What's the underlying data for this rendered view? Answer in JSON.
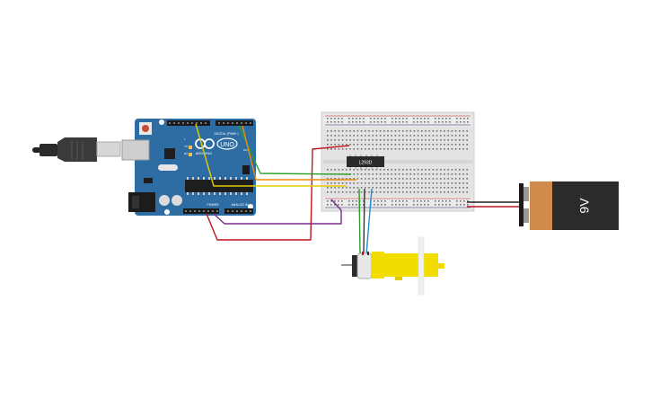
{
  "arduino": {
    "logo_text": "UNO",
    "brand": "ARDUINO",
    "digital_label": "DIGITAL (PWM~)",
    "power_label": "POWER",
    "analog_label": "ANALOG IN",
    "tx_label": "TX",
    "rx_label": "RX",
    "on_label": "ON",
    "l_label": "L",
    "board_color": "#2e6da4"
  },
  "breadboard": {
    "chip_label": "L293D"
  },
  "battery": {
    "label": "9V",
    "top_color": "#d18b4c",
    "body_color": "#2b2b2b"
  },
  "motor": {
    "color": "#f2dd00"
  },
  "wires": {
    "red": "#c0141e",
    "green": "#2aa02a",
    "orange": "#ef8a12",
    "yellow": "#e4cc00",
    "purple": "#7a2c8c",
    "blue": "#1f8fd0",
    "black": "#222222"
  }
}
